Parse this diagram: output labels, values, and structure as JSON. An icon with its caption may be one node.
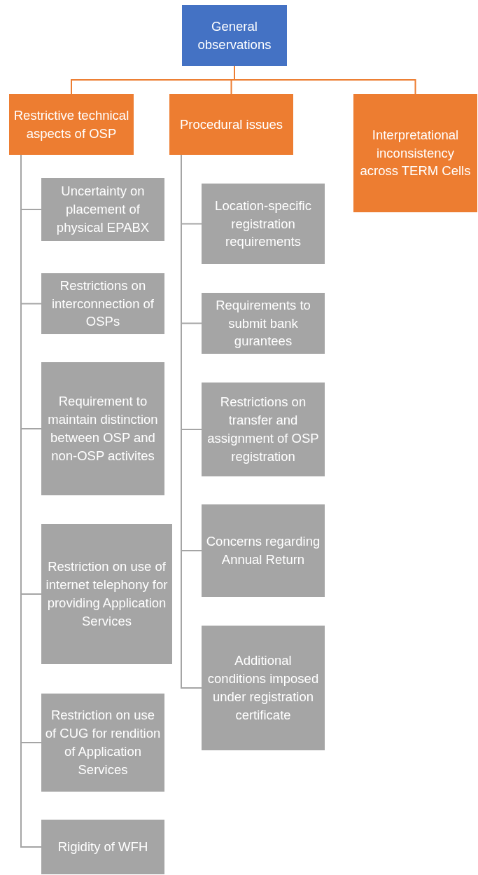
{
  "diagram": {
    "nodes": [
      {
        "text": [
          "General observations"
        ]
      },
      {
        "text": [
          "Restrictive technical aspects of OSP"
        ]
      },
      {
        "text": [
          "Procedural issues"
        ]
      },
      {
        "text": [
          "Interpretational inconsistency across TERM Cells"
        ]
      },
      {
        "text": [
          "Uncertainty on placement of physical EPABX"
        ]
      },
      {
        "text": [
          "Restrictions on interconnection of OSPs"
        ]
      },
      {
        "text": [
          "Requirement to maintain distinction between OSP and non-OSP activites"
        ]
      },
      {
        "text": [
          "Restriction on use of internet telephony for providing Application Services"
        ]
      },
      {
        "text": [
          "Restriction on use of CUG for rendition of Application Services"
        ]
      },
      {
        "text": [
          "Rigidity of WFH"
        ]
      },
      {
        "text": [
          "Location-specific registration requirements"
        ]
      },
      {
        "text": [
          "Requirements to submit bank gurantees"
        ]
      },
      {
        "text": [
          "Restrictions on transfer and assignment of OSP registration"
        ]
      },
      {
        "text": [
          "Concerns regarding Annual Return"
        ]
      },
      {
        "text": [
          "Additional conditions imposed under registration certificate"
        ]
      }
    ],
    "edges": [
      {
        "from": 0,
        "to": 1,
        "arrow": "none",
        "color": "#ed7d31"
      },
      {
        "from": 0,
        "to": 2,
        "arrow": "none",
        "color": "#ed7d31"
      },
      {
        "from": 0,
        "to": 3,
        "arrow": "none",
        "color": "#ed7d31"
      },
      {
        "from": 1,
        "to": 4,
        "arrow": "none"
      },
      {
        "from": 1,
        "to": 5,
        "arrow": "none"
      },
      {
        "from": 1,
        "to": 6,
        "arrow": "none"
      },
      {
        "from": 1,
        "to": 7,
        "arrow": "none"
      },
      {
        "from": 1,
        "to": 8,
        "arrow": "none"
      },
      {
        "from": 1,
        "to": 9,
        "arrow": "none"
      },
      {
        "from": 2,
        "to": 10,
        "arrow": "none"
      },
      {
        "from": 2,
        "to": 11,
        "arrow": "none"
      },
      {
        "from": 2,
        "to": 12,
        "arrow": "none"
      },
      {
        "from": 2,
        "to": 13,
        "arrow": "none"
      },
      {
        "from": 2,
        "to": 14,
        "arrow": "none"
      }
    ]
  }
}
